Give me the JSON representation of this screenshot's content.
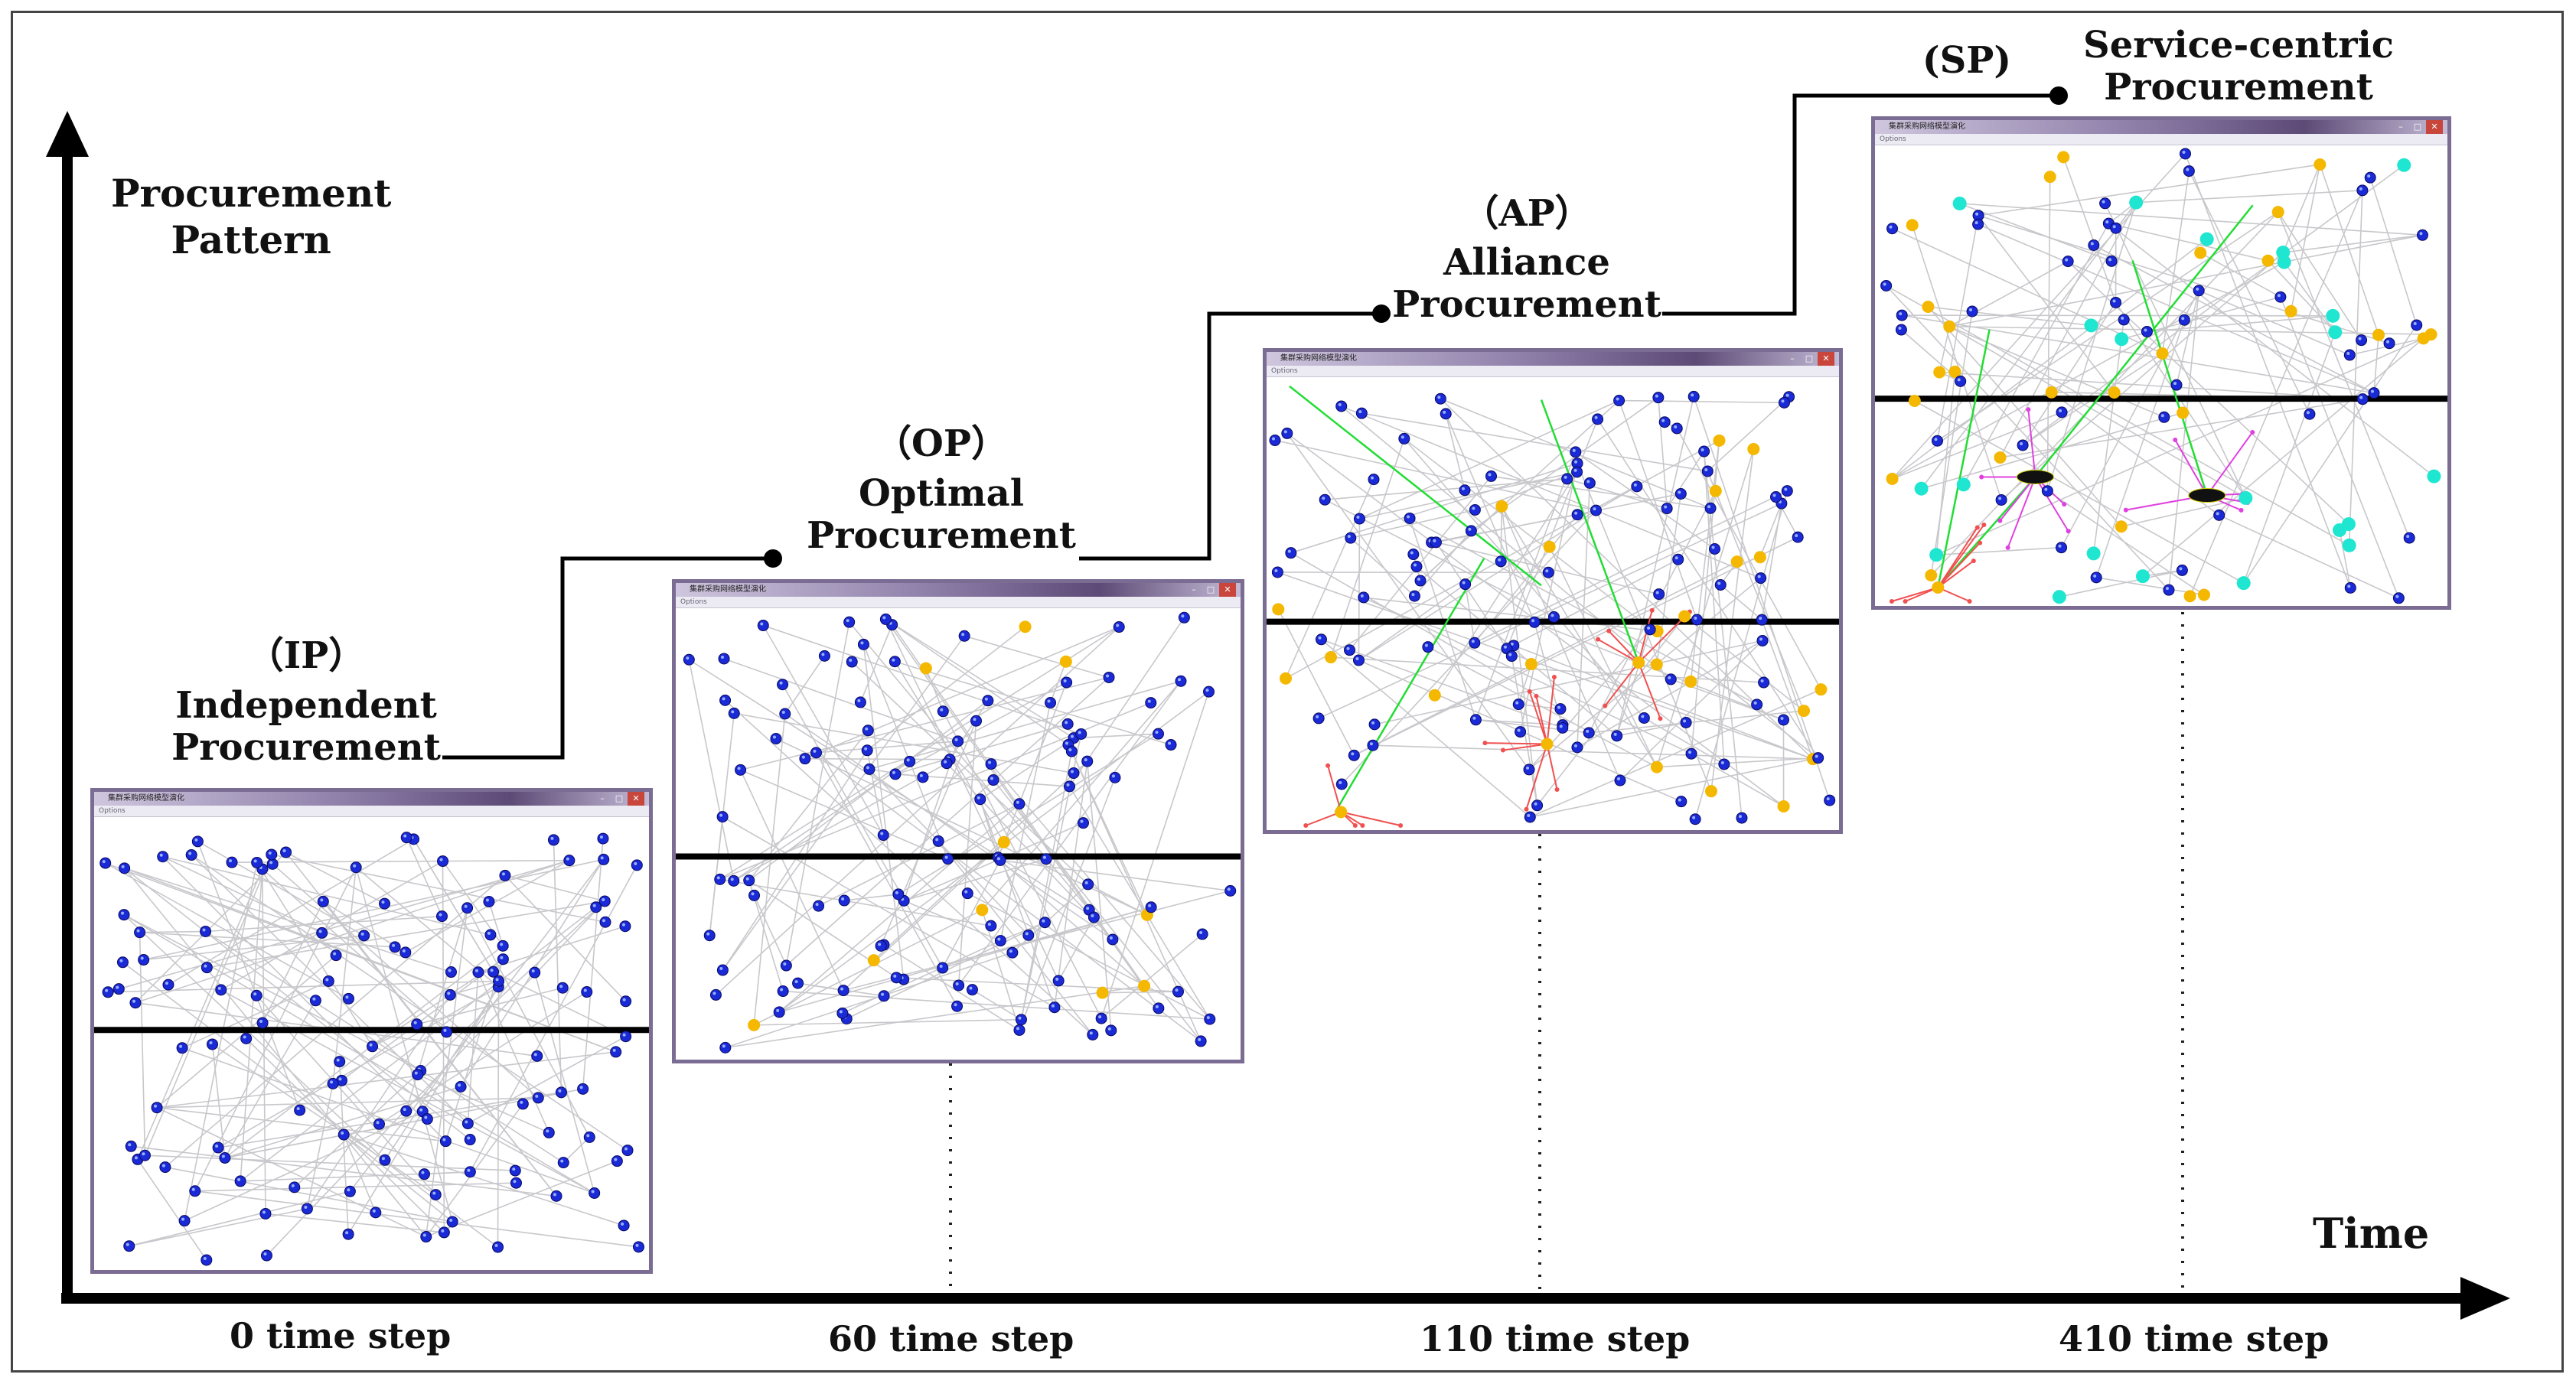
{
  "axis": {
    "y_title": "Procurement\nPattern",
    "x_title": "Time"
  },
  "ticks": [
    "0 time step",
    "60 time step",
    "110 time step",
    "410 time step"
  ],
  "stages": [
    {
      "abbr": "（IP）",
      "name": "Independent\nProcurement"
    },
    {
      "abbr": "（OP）",
      "name": "Optimal\nProcurement"
    },
    {
      "abbr": "（AP）",
      "name": "Alliance\nProcurement"
    },
    {
      "abbr": "(SP)",
      "name": "Service-centric\nProcurement"
    }
  ],
  "window": {
    "title": "集群采购网络模型演化",
    "menu": "Options",
    "menu_faded": "Options"
  },
  "colors": {
    "node_blue": "#1a2ad6",
    "node_yellow": "#f5b800",
    "node_cyan": "#1fe6d0",
    "edge_gray": "#c8c8cc",
    "edge_green": "#22dd33",
    "edge_red": "#f05050",
    "edge_magenta": "#e040e0",
    "window_border": "#7a6c93"
  },
  "icons": [
    "window-app-icon",
    "minimize-icon",
    "maximize-icon",
    "close-icon"
  ]
}
